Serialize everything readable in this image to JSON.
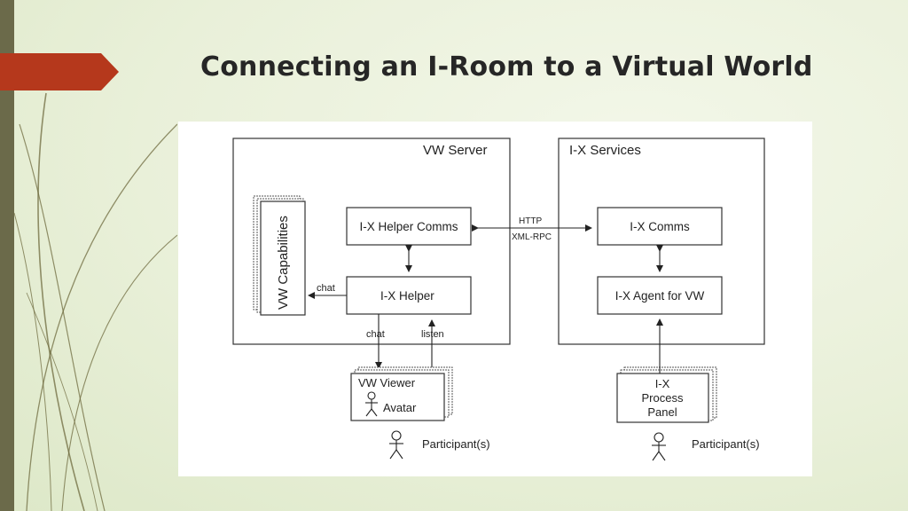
{
  "slide": {
    "title": "Connecting an I-Room to a Virtual World"
  },
  "diagram": {
    "vw_server": {
      "label": "VW Server",
      "capabilities": "VW Capabilities",
      "helper_comms": "I-X Helper Comms",
      "helper": "I-X Helper",
      "chat_to_capabilities": "chat",
      "down_label": "chat",
      "up_label": "listen"
    },
    "ix_services": {
      "label": "I-X Services",
      "comms": "I-X Comms",
      "agent": "I-X Agent for VW"
    },
    "link_labels": [
      "HTTP",
      "XML-RPC"
    ],
    "vw_viewer": {
      "label": "VW Viewer",
      "avatar": "Avatar"
    },
    "process_panel": {
      "lines": [
        "I-X",
        "Process",
        "Panel"
      ]
    },
    "participants_left": "Participant(s)",
    "participants_right": "Participant(s)"
  },
  "colors": {
    "accent": "#b5381c",
    "sidebar": "#6b6a4a",
    "title": "#262626",
    "background": "#e9f0d9"
  }
}
